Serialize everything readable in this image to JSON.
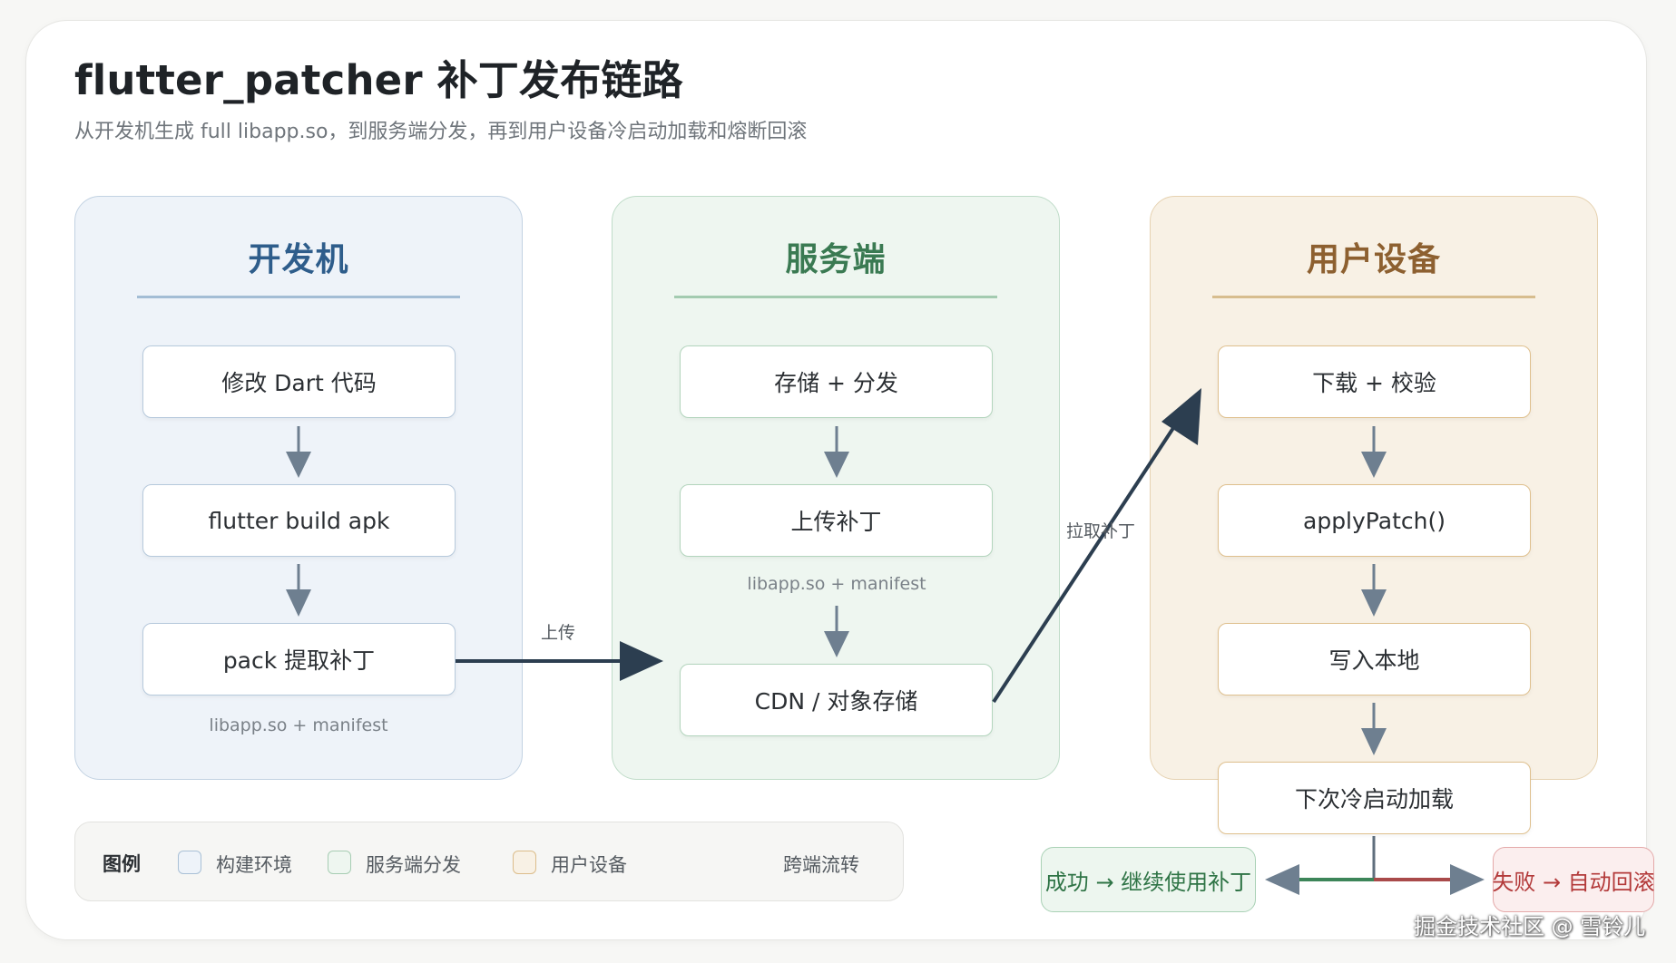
{
  "header": {
    "title": "flutter_patcher 补丁发布链路",
    "subtitle": "从开发机生成 full libapp.so，到服务端分发，再到用户设备冷启动加载和熔断回滚"
  },
  "columns": {
    "dev": {
      "title": "开发机",
      "nodes": [
        "修改 Dart 代码",
        "flutter build apk",
        "pack 提取补丁"
      ],
      "note": "libapp.so + manifest"
    },
    "server": {
      "title": "服务端",
      "nodes": [
        "存储 + 分发",
        "上传补丁",
        "CDN / 对象存储"
      ],
      "note": "libapp.so + manifest"
    },
    "user": {
      "title": "用户设备",
      "nodes": [
        "下载 + 校验",
        "applyPatch()",
        "写入本地",
        "下次冷启动加载"
      ]
    }
  },
  "edges": {
    "upload": "上传",
    "fetch": "拉取补丁"
  },
  "outcomes": {
    "success": "成功 → 继续使用补丁",
    "failure": "失败 → 自动回滚"
  },
  "legend": {
    "title": "图例",
    "build_env": "构建环境",
    "server_dist": "服务端分发",
    "user_device": "用户设备",
    "cross_flow": "跨端流转"
  },
  "colors": {
    "dev_accent": "#2e5d8b",
    "server_accent": "#3a7a52",
    "user_accent": "#8d6030",
    "flow_arrow": "#2c3e50",
    "success": "#2f7446",
    "failure": "#b33a3a"
  },
  "watermark": "掘金技术社区 @ 雪铃儿"
}
